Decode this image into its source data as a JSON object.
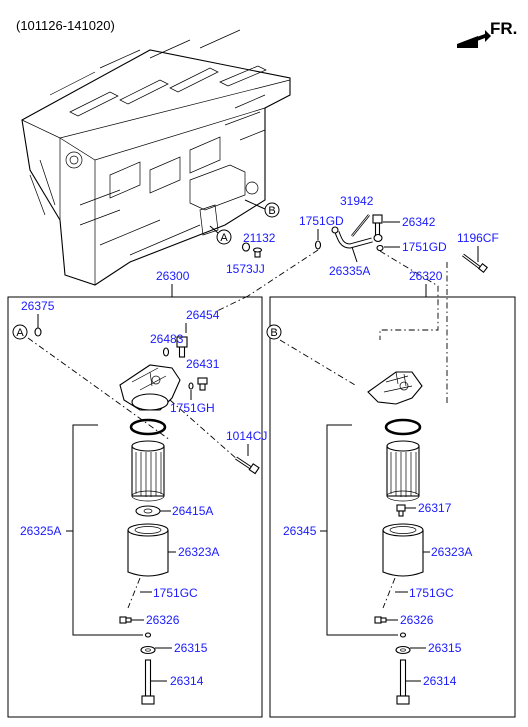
{
  "header": {
    "serial_range": "(101126-141020)",
    "front_marker": "FR."
  },
  "callouts": {
    "A": "A",
    "B": "B"
  },
  "labels": {
    "p31942": "31942",
    "p26342": "26342",
    "p1751GD_a": "1751GD",
    "p1751GD_b": "1751GD",
    "p1196CF": "1196CF",
    "p21132": "21132",
    "p1573JJ": "1573JJ",
    "p26335A": "26335A",
    "p26300": "26300",
    "p26320": "26320",
    "p26375": "26375",
    "p26454": "26454",
    "p26483": "26483",
    "p26431": "26431",
    "p1751GH": "1751GH",
    "p1014CJ": "1014CJ",
    "p26325A": "26325A",
    "p26415A": "26415A",
    "p26323A_l": "26323A",
    "p1751GC_l": "1751GC",
    "p26326_l": "26326",
    "p26315_l": "26315",
    "p26314_l": "26314",
    "p26345": "26345",
    "p26317": "26317",
    "p26323A_r": "26323A",
    "p1751GC_r": "1751GC",
    "p26326_r": "26326",
    "p26315_r": "26315",
    "p26314_r": "26314"
  },
  "colors": {
    "label": "#1a1aff",
    "line": "#000000",
    "background": "#ffffff"
  }
}
